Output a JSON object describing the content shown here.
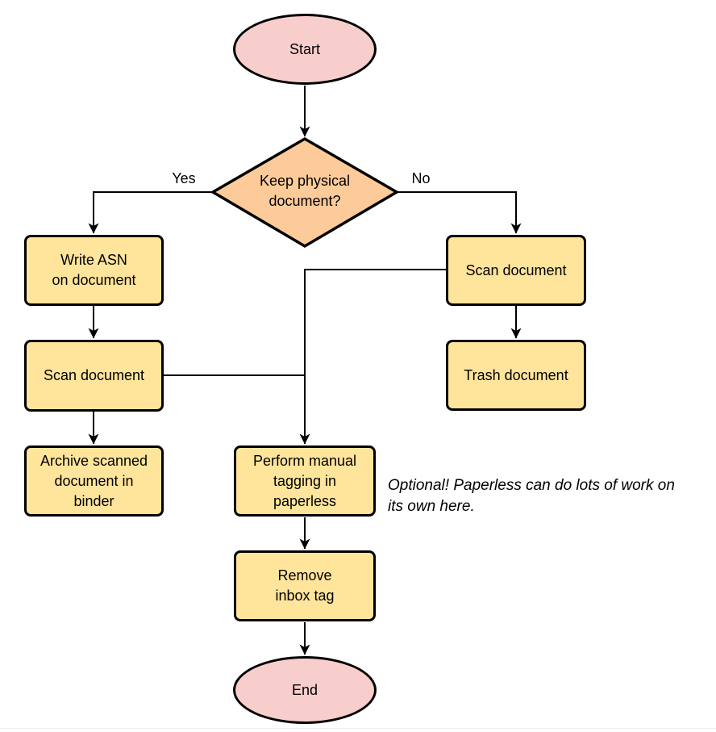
{
  "colors": {
    "terminal_fill": "#F8CECC",
    "decision_fill": "#FDCB9A",
    "process_fill": "#FFE49B",
    "stroke": "#000000",
    "text": "#000000",
    "background": "#FFFFFF",
    "bottom_divider": "#F2ECEC"
  },
  "nodes": {
    "start": {
      "label": "Start"
    },
    "decision": {
      "lines": [
        "Keep physical",
        "document?"
      ]
    },
    "write_asn": {
      "lines": [
        "Write ASN",
        "on document"
      ]
    },
    "scan_left": {
      "label": "Scan document"
    },
    "archive": {
      "lines": [
        "Archive scanned",
        "document in",
        "binder"
      ]
    },
    "scan_right": {
      "label": "Scan document"
    },
    "trash": {
      "label": "Trash document"
    },
    "perform_tagging": {
      "lines": [
        "Perform manual",
        "tagging in",
        "paperless"
      ]
    },
    "remove_inbox": {
      "lines": [
        "Remove",
        "inbox tag"
      ]
    },
    "end": {
      "label": "End"
    }
  },
  "edge_labels": {
    "yes": "Yes",
    "no": "No"
  },
  "note": {
    "lines": [
      "Optional! Paperless can do lots of work on",
      "its own here."
    ]
  }
}
